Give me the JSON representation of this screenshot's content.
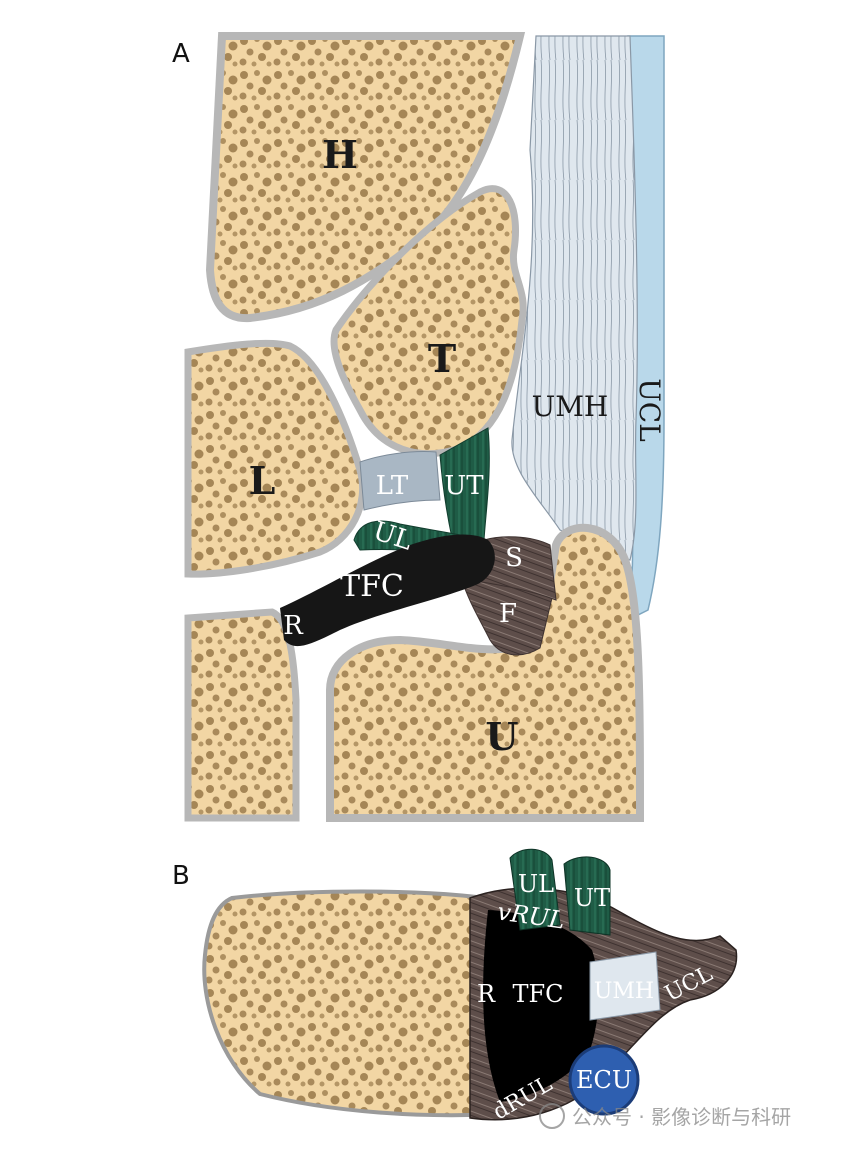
{
  "panels": {
    "a": {
      "letter": "A",
      "labels": {
        "hamate": "H",
        "triquetrum": "T",
        "lunate": "L",
        "ulna": "U",
        "umh": "UMH",
        "ucl": "UCL",
        "lt": "LT",
        "ut": "UT",
        "ul": "UL",
        "tfc": "TFC",
        "radius": "R",
        "s": "S",
        "f": "F"
      }
    },
    "b": {
      "letter": "B",
      "labels": {
        "ul": "UL",
        "ut": "UT",
        "vrul": "vRUL",
        "radius": "R",
        "tfc": "TFC",
        "umh": "UMH",
        "ucl": "UCL",
        "drul": "dRUL",
        "ecu": "ECU"
      }
    }
  },
  "watermark": "公众号 · 影像诊断与科研",
  "colors": {
    "bone_fill": "#f2d6a4",
    "bone_pore": "#8a6a3c",
    "tfc": "#161616",
    "ligament_green": "#1f5c46",
    "ligament_gray": "#a9b7c4",
    "umh": "#dfe7ee",
    "ucl": "#b9d8ea",
    "fibrous": "#5e4e4a",
    "ecu": "#2e5fb0"
  }
}
